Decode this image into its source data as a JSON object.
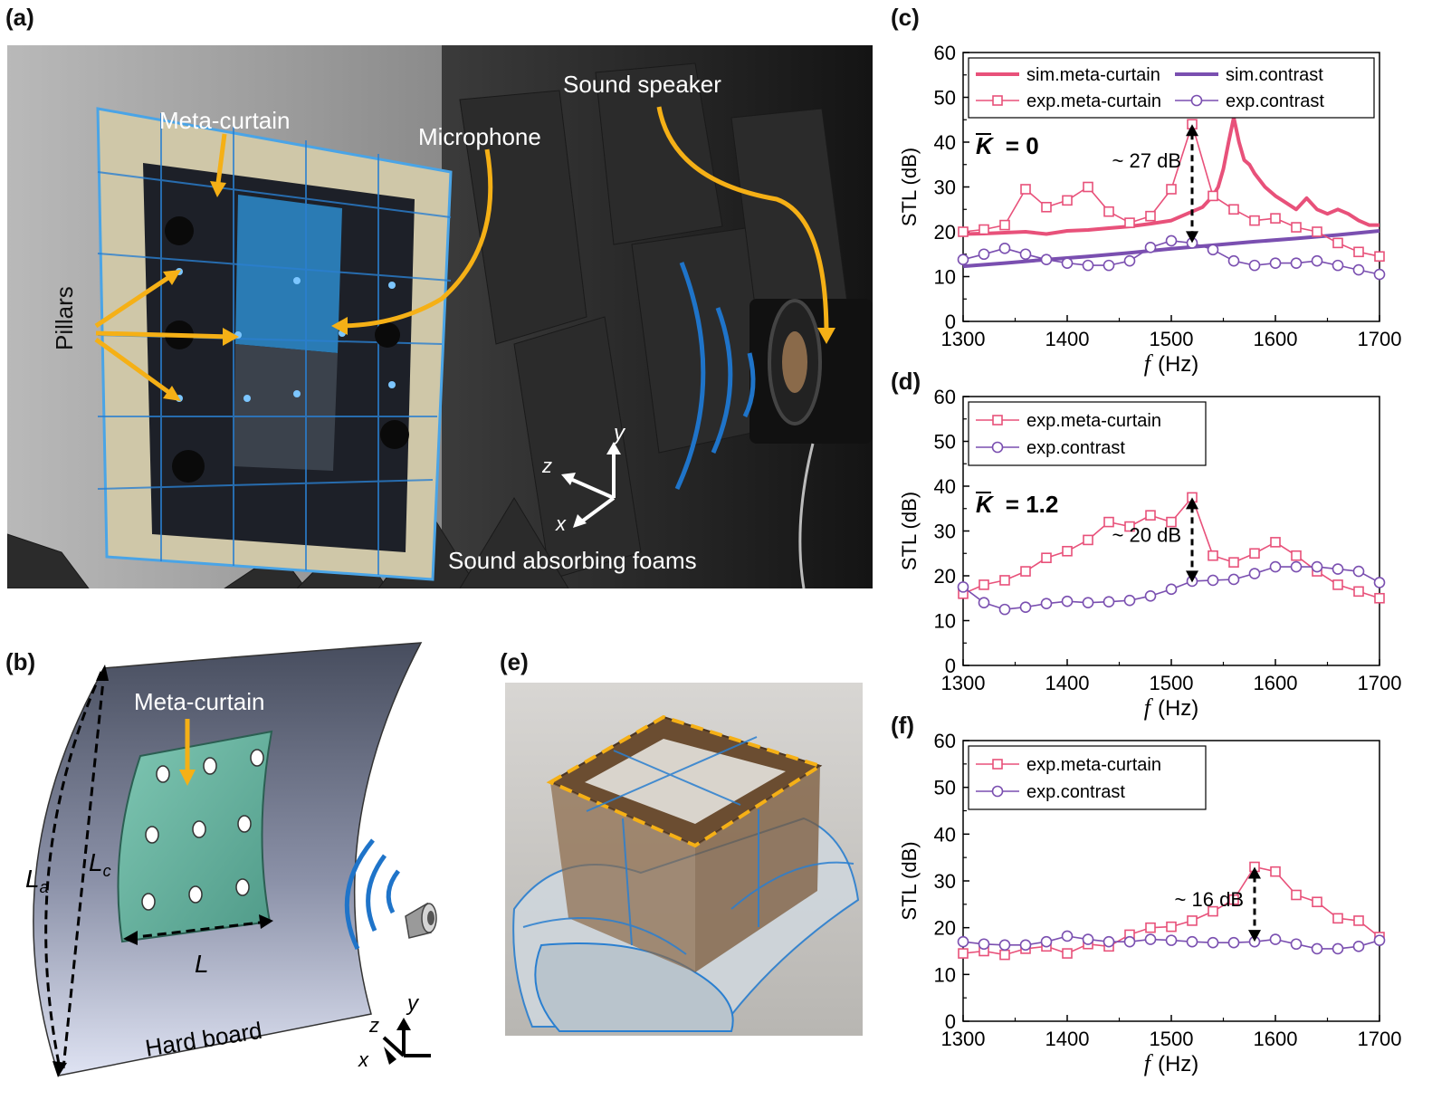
{
  "panels": {
    "a": {
      "label": "(a)",
      "annotations": {
        "meta_curtain": "Meta-curtain",
        "microphone": "Microphone",
        "sound_speaker": "Sound speaker",
        "pillars": "Pillars",
        "foams": "Sound absorbing foams",
        "axis_y": "y",
        "axis_z": "z",
        "axis_x": "x"
      }
    },
    "b": {
      "label": "(b)",
      "annotations": {
        "meta_curtain": "Meta-curtain",
        "la": "L",
        "la_sub": "a",
        "lc": "L",
        "lc_sub": "c",
        "l": "L",
        "hard_board": "Hard board",
        "axis_y": "y",
        "axis_z": "z",
        "axis_x": "x"
      }
    },
    "e": {
      "label": "(e)"
    },
    "c": {
      "label": "(c)"
    },
    "d": {
      "label": "(d)"
    },
    "f": {
      "label": "(f)"
    }
  },
  "colors": {
    "meta": "#e8517a",
    "contrast": "#7a4fb0",
    "arrow_orange": "#f5b016",
    "wave_blue": "#1f74c9"
  },
  "chart_data": [
    {
      "id": "c",
      "type": "line",
      "xlabel": "f",
      "xunit": "(Hz)",
      "ylabel": "STL (dB)",
      "xlim": [
        1300,
        1700
      ],
      "ylim": [
        0,
        60
      ],
      "xticks": [
        1300,
        1400,
        1500,
        1600,
        1700
      ],
      "yticks": [
        0,
        10,
        20,
        30,
        40,
        50,
        60
      ],
      "legend": "top",
      "annotation_k": "= 0",
      "annotation_k_symbol": "K",
      "annotation_gap": "~ 27 dB",
      "gap_arrow": {
        "x": 1520,
        "y_top": 44,
        "y_bottom": 17.5
      },
      "series": [
        {
          "name": "sim.meta-curtain",
          "style": "thick-line",
          "color": "meta",
          "x": [
            1300,
            1320,
            1340,
            1360,
            1380,
            1400,
            1420,
            1440,
            1460,
            1480,
            1500,
            1520,
            1530,
            1540,
            1545,
            1550,
            1555,
            1560,
            1565,
            1570,
            1575,
            1580,
            1590,
            1600,
            1610,
            1620,
            1630,
            1640,
            1650,
            1660,
            1670,
            1680,
            1690,
            1700
          ],
          "y": [
            19.5,
            19.6,
            19.8,
            20,
            19.5,
            20.2,
            20.4,
            20.8,
            21.2,
            21.8,
            22.5,
            24.5,
            25.5,
            28,
            30,
            34,
            40,
            45.5,
            40,
            36,
            35,
            33,
            30,
            28,
            26.5,
            25,
            27.5,
            25,
            24,
            25,
            24,
            22.5,
            21.5,
            21.5
          ]
        },
        {
          "name": "sim.contrast",
          "style": "thick-line",
          "color": "contrast",
          "x": [
            1300,
            1340,
            1380,
            1420,
            1460,
            1500,
            1540,
            1580,
            1620,
            1660,
            1700
          ],
          "y": [
            12.3,
            13,
            13.8,
            14.5,
            15.3,
            16.2,
            17,
            17.8,
            18.5,
            19.3,
            20.2
          ]
        },
        {
          "name": "exp.meta-curtain",
          "style": "square-marker",
          "color": "meta",
          "x": [
            1300,
            1320,
            1340,
            1360,
            1380,
            1400,
            1420,
            1440,
            1460,
            1480,
            1500,
            1520,
            1540,
            1560,
            1580,
            1600,
            1620,
            1640,
            1660,
            1680,
            1700
          ],
          "y": [
            20,
            20.5,
            21.5,
            29.5,
            25.5,
            27,
            30,
            24.5,
            22,
            23.5,
            29.5,
            44,
            28,
            25,
            22.5,
            23,
            21,
            20,
            17.5,
            15.5,
            14.5
          ]
        },
        {
          "name": "exp.contrast",
          "style": "circle-marker",
          "color": "contrast",
          "x": [
            1300,
            1320,
            1340,
            1360,
            1380,
            1400,
            1420,
            1440,
            1460,
            1480,
            1500,
            1520,
            1540,
            1560,
            1580,
            1600,
            1620,
            1640,
            1660,
            1680,
            1700
          ],
          "y": [
            13.8,
            15,
            16.3,
            15,
            13.8,
            13,
            12.5,
            12.5,
            13.5,
            16.5,
            18,
            17.5,
            16,
            13.5,
            12.5,
            13,
            13,
            13.5,
            12.5,
            11.5,
            10.5
          ]
        }
      ]
    },
    {
      "id": "d",
      "type": "line",
      "xlabel": "f",
      "xunit": "(Hz)",
      "ylabel": "STL (dB)",
      "xlim": [
        1300,
        1700
      ],
      "ylim": [
        0,
        60
      ],
      "xticks": [
        1300,
        1400,
        1500,
        1600,
        1700
      ],
      "yticks": [
        0,
        10,
        20,
        30,
        40,
        50,
        60
      ],
      "legend": "top-left",
      "annotation_k": "= 1.2",
      "annotation_k_symbol": "K",
      "annotation_gap": "~ 20 dB",
      "gap_arrow": {
        "x": 1520,
        "y_top": 37.5,
        "y_bottom": 18.5
      },
      "series": [
        {
          "name": "exp.meta-curtain",
          "style": "square-marker",
          "color": "meta",
          "x": [
            1300,
            1320,
            1340,
            1360,
            1380,
            1400,
            1420,
            1440,
            1460,
            1480,
            1500,
            1520,
            1540,
            1560,
            1580,
            1600,
            1620,
            1640,
            1660,
            1680,
            1700
          ],
          "y": [
            16,
            18,
            19,
            21,
            24,
            25.5,
            28,
            32,
            31,
            33.5,
            32,
            37.5,
            24.5,
            23,
            25,
            27.5,
            24.5,
            21,
            18,
            16.5,
            15
          ]
        },
        {
          "name": "exp.contrast",
          "style": "circle-marker",
          "color": "contrast",
          "x": [
            1300,
            1320,
            1340,
            1360,
            1380,
            1400,
            1420,
            1440,
            1460,
            1480,
            1500,
            1520,
            1540,
            1560,
            1580,
            1600,
            1620,
            1640,
            1660,
            1680,
            1700
          ],
          "y": [
            17.5,
            14,
            12.5,
            13,
            13.8,
            14.3,
            14,
            14.2,
            14.5,
            15.5,
            17,
            18.8,
            19,
            19.2,
            20.5,
            22,
            22,
            22,
            21.5,
            21,
            18.5
          ]
        }
      ]
    },
    {
      "id": "f",
      "type": "line",
      "xlabel": "f",
      "xunit": "(Hz)",
      "ylabel": "STL (dB)",
      "xlim": [
        1300,
        1700
      ],
      "ylim": [
        0,
        60
      ],
      "xticks": [
        1300,
        1400,
        1500,
        1600,
        1700
      ],
      "yticks": [
        0,
        10,
        20,
        30,
        40,
        50,
        60
      ],
      "legend": "top-left",
      "annotation_gap": "~ 16 dB",
      "gap_arrow": {
        "x": 1580,
        "y_top": 33,
        "y_bottom": 17
      },
      "series": [
        {
          "name": "exp.meta-curtain",
          "style": "square-marker",
          "color": "meta",
          "x": [
            1300,
            1320,
            1340,
            1360,
            1380,
            1400,
            1420,
            1440,
            1460,
            1480,
            1500,
            1520,
            1540,
            1560,
            1580,
            1600,
            1620,
            1640,
            1660,
            1680,
            1700
          ],
          "y": [
            14.5,
            15,
            14.2,
            15.5,
            16,
            14.5,
            16.5,
            16,
            18.5,
            20,
            20.2,
            21.5,
            23.5,
            26,
            33,
            32,
            27,
            25.5,
            22,
            21.5,
            18
          ]
        },
        {
          "name": "exp.contrast",
          "style": "circle-marker",
          "color": "contrast",
          "x": [
            1300,
            1320,
            1340,
            1360,
            1380,
            1400,
            1420,
            1440,
            1460,
            1480,
            1500,
            1520,
            1540,
            1560,
            1580,
            1600,
            1620,
            1640,
            1660,
            1680,
            1700
          ],
          "y": [
            17,
            16.5,
            16.3,
            16.3,
            17,
            18.2,
            17.5,
            17,
            17,
            17.5,
            17.3,
            17,
            16.8,
            16.8,
            17,
            17.5,
            16.5,
            15.5,
            15.5,
            16,
            17.3
          ]
        }
      ]
    }
  ]
}
